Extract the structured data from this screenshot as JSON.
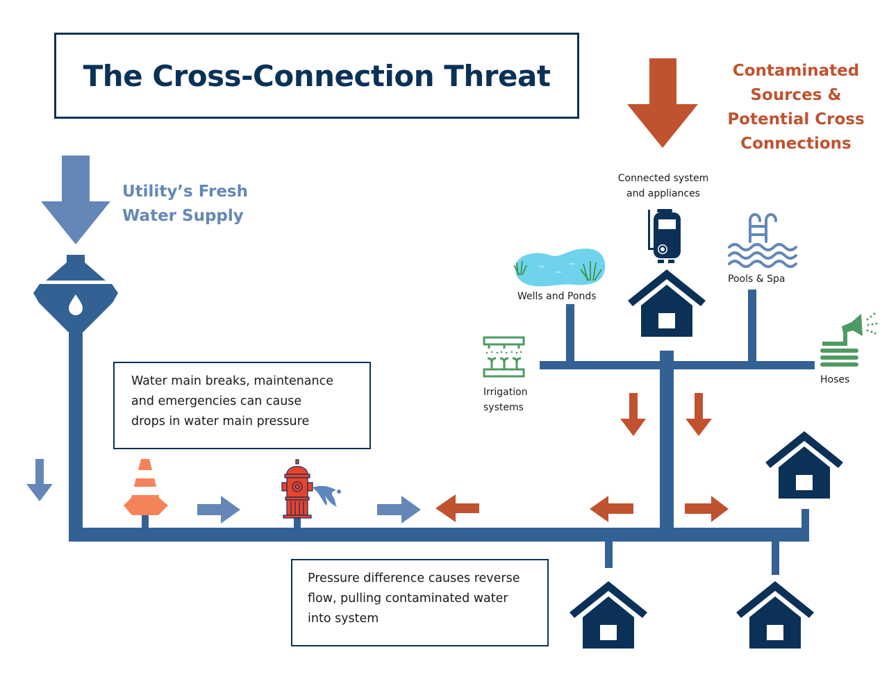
{
  "title": "The Cross-Connection Threat",
  "supply_heading": {
    "line1": "Utility’s Fresh",
    "line2": "Water Supply"
  },
  "contaminated_heading": {
    "line1": "Contaminated",
    "line2": "Sources &",
    "line3": "Potential Cross",
    "line4": "Connections"
  },
  "labels": {
    "connected_line1": "Connected system",
    "connected_line2": "and appliances",
    "wells_ponds": "Wells and Ponds",
    "pools_spa": "Pools & Spa",
    "irrigation_line1": "Irrigation",
    "irrigation_line2": "systems",
    "hoses": "Hoses"
  },
  "notes": {
    "pressure_drop": {
      "line1": "Water main breaks, maintenance",
      "line2": "and emergencies can cause",
      "line3": "drops in water main pressure"
    },
    "reverse_flow": {
      "line1": "Pressure difference causes reverse",
      "line2": "flow, pulling contaminated water",
      "line3": "into system"
    }
  },
  "icons": {
    "supply": "water-meter-icon",
    "cone": "traffic-cone-icon",
    "hydrant": "fire-hydrant-icon",
    "pond": "pond-icon",
    "water_heater": "water-heater-icon",
    "pool": "pool-ladder-icon",
    "irrigation": "irrigation-icon",
    "hose": "hose-icon",
    "house": "house-icon"
  },
  "colors": {
    "navy": "#0b3157",
    "pipe": "#336194",
    "fresh_flow": "#6587b8",
    "contaminated_flow": "#c0522f",
    "green": "#4e9a62",
    "pond": "#6fd3ec",
    "hydrant": "#e8432f",
    "cone": "#f5835a"
  }
}
